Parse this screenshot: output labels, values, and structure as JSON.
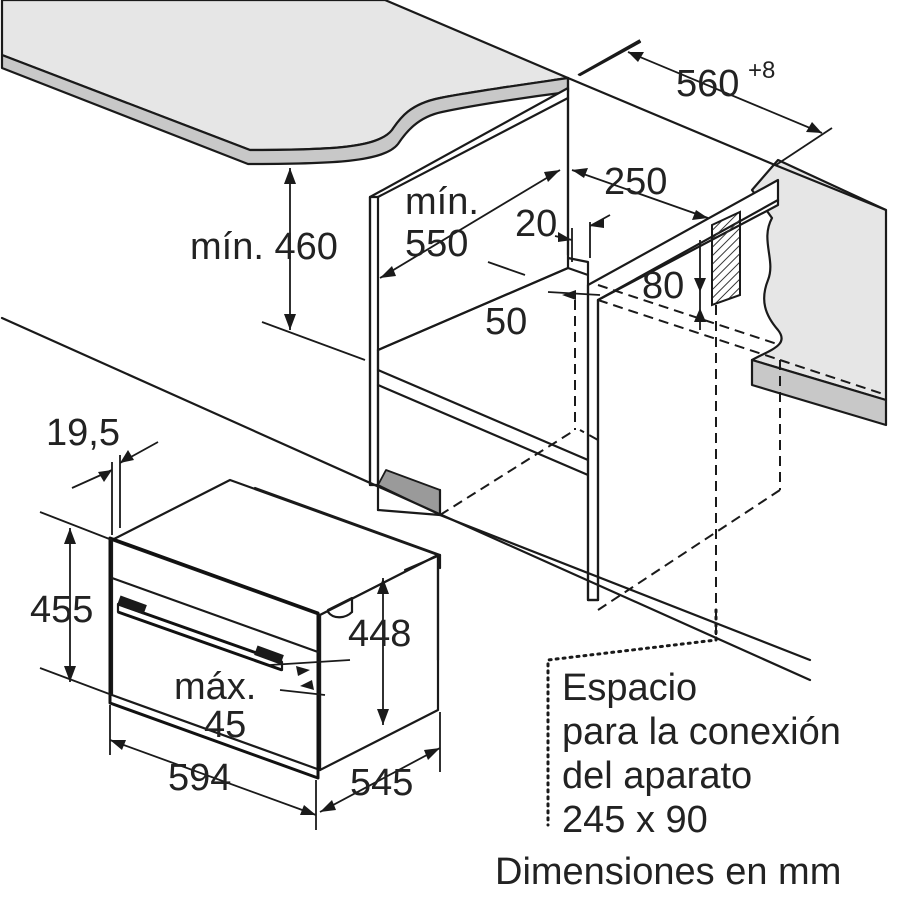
{
  "dimensions": {
    "width_560": "560",
    "width_560_tolerance": "+8",
    "depth_250": "250",
    "min_label": "mín.",
    "depth_550": "550",
    "min_height_460": "mín. 460",
    "gap_20": "20",
    "gap_50": "50",
    "vent_80": "80",
    "offset_19_5": "19,5",
    "height_455": "455",
    "height_448": "448",
    "max_label": "máx.",
    "max_45": "45",
    "width_594": "594",
    "depth_545": "545"
  },
  "notes": {
    "connection_line1": "Espacio",
    "connection_line2": "para la conexión",
    "connection_line3": "del aparato",
    "connection_line4": "245 x 90",
    "units": "Dimensiones en mm"
  },
  "colors": {
    "line": "#1a1a1a",
    "worktop": "#e6e6e6",
    "edge": "#9a9a9a"
  }
}
